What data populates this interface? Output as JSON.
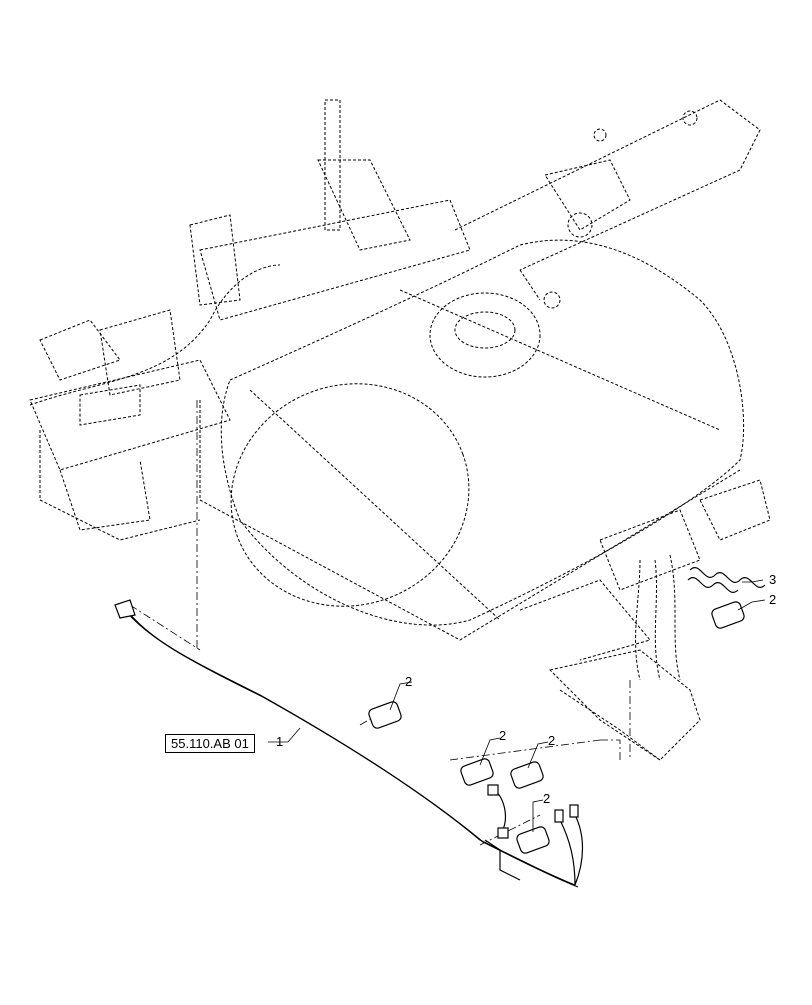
{
  "reference": {
    "label": "55.110.AB 01"
  },
  "callouts": [
    {
      "id": "harness",
      "text": "1"
    },
    {
      "id": "grommet-right",
      "text": "2"
    },
    {
      "id": "grommet-upper-left",
      "text": "2"
    },
    {
      "id": "grommet-mid-left",
      "text": "2"
    },
    {
      "id": "grommet-mid-right",
      "text": "2"
    },
    {
      "id": "grommet-lower",
      "text": "2"
    },
    {
      "id": "coil-spring",
      "text": "3"
    }
  ],
  "colors": {
    "line": "#000000",
    "background": "#ffffff"
  }
}
